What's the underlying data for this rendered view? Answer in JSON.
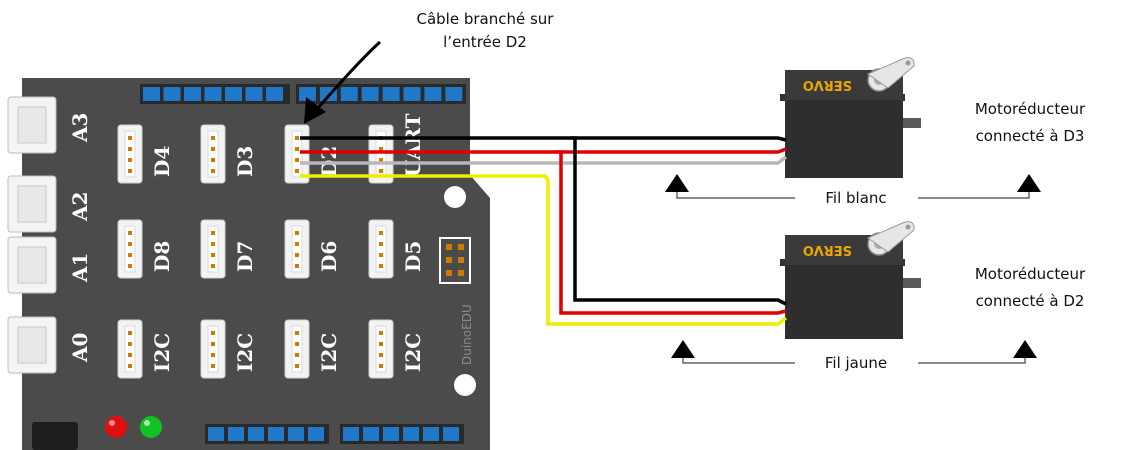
{
  "annotations": {
    "cable_line1": "Câble branché sur",
    "cable_line2": "l’entrée D2",
    "motor1_line1": "Motoréducteur",
    "motor1_line2": "connecté à D3",
    "motor2_line1": "Motoréducteur",
    "motor2_line2": "connecté à D2",
    "wire1": "Fil blanc",
    "wire2": "Fil jaune"
  },
  "board": {
    "analog_ports": [
      "A3",
      "A2",
      "A1",
      "A0"
    ],
    "row1": [
      "D4",
      "D3",
      "D2",
      "UART"
    ],
    "row2": [
      "D8",
      "D7",
      "D6",
      "D5"
    ],
    "row3": [
      "I2C",
      "I2C",
      "I2C",
      "I2C"
    ],
    "brand": "DuinoEDU"
  },
  "servo_label": "SERVO",
  "colors": {
    "board": "#4a4a4a",
    "header": "#1f78c8",
    "wire_black": "#000000",
    "wire_red": "#e00000",
    "wire_white": "#b8b8b8",
    "wire_yellow": "#f2ec00",
    "led_red": "#e01010",
    "led_green": "#10c020"
  }
}
